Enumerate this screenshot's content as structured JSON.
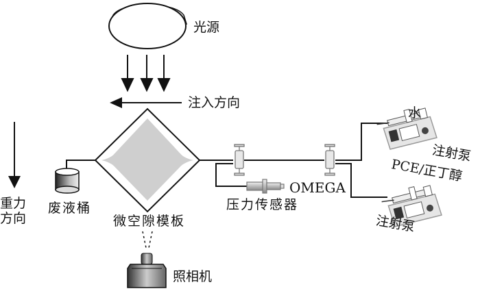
{
  "diagram": {
    "labels": {
      "light_source": "光源",
      "injection_direction": "注入方向",
      "gravity_direction_line1": "重力",
      "gravity_direction_line2": "方向",
      "waste_bucket": "废液桶",
      "micropore_template": "微空隙模板",
      "pressure_sensor": "压力传感器",
      "sensor_brand": "OMEGA",
      "water": "水",
      "syringe_pump_top": "注射泵",
      "pce_butanol": "PCE/正丁醇",
      "syringe_pump_bottom": "注射泵",
      "camera": "照相机"
    },
    "colors": {
      "line": "#111111",
      "template_fill": "#cfcfcf",
      "device_gray": "#bdbdbd"
    }
  }
}
